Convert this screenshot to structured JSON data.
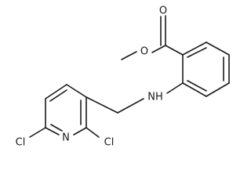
{
  "structure": {
    "atoms": {
      "carbonyl_oxygen": "O",
      "ester_oxygen": "O",
      "amine": "NH",
      "ring_nitrogen": "N",
      "chlorine_left": "Cl",
      "chlorine_right": "Cl"
    }
  }
}
